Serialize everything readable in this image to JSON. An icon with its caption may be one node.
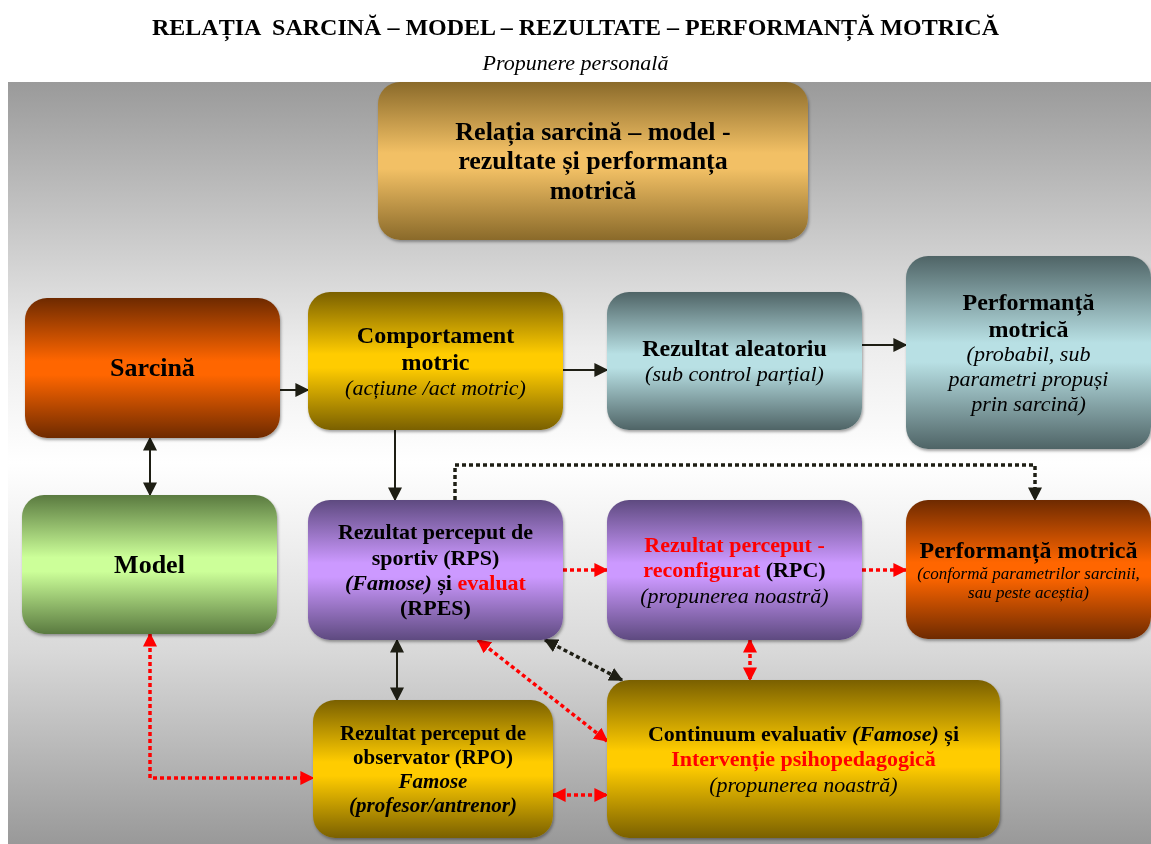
{
  "diagram": {
    "title": "RELAȚIA  SARCINĂ – MODEL – REZULTATE – PERFORMANȚĂ MOTRICĂ",
    "nodes": [
      {
        "text": [
          "Relația sarcină – model - rezultate și performanța motrică"
        ]
      },
      {
        "text": [
          "Sarcină"
        ]
      },
      {
        "text": [
          "Comportament motric",
          "(acțiune /act motric)"
        ]
      },
      {
        "text": [
          "Rezultat aleatoriu",
          "(sub control parțial)"
        ]
      },
      {
        "text": [
          "Performanță motrică",
          "(probabil, sub parametri propuși prin sarcină)"
        ]
      },
      {
        "text": [
          "Model"
        ]
      },
      {
        "text": [
          "Rezultat perceput de sportiv (RPS)*(Famose)* și",
          "evaluat",
          "(RPES)"
        ]
      },
      {
        "text": [
          "Rezultat perceput - reconfigurat",
          "(RPC)",
          "(propunerea noastră)"
        ]
      },
      {
        "text": [
          "Performanță motrică",
          "(conformă parametrilor sarcinii, sau peste aceștia)"
        ]
      },
      {
        "text": [
          "Rezultat perceput de observator (RPO) *Famose* *(profesor/antrenor)*"
        ]
      },
      {
        "text": [
          "Continuum evaluativ *(Famose)* și",
          "Intervenție psihopedagogică",
          "(propunerea noastră)"
        ]
      }
    ],
    "edges": [
      {
        "from": 1,
        "to": 2,
        "arrow": "to"
      },
      {
        "from": 2,
        "to": 3,
        "arrow": "to"
      },
      {
        "from": 3,
        "to": 4,
        "arrow": "to"
      },
      {
        "from": 1,
        "to": 5,
        "arrow": "both"
      },
      {
        "from": 2,
        "to": 6,
        "arrow": "to"
      },
      {
        "from": 6,
        "to": 8,
        "arrow": "to",
        "style": "dashed"
      },
      {
        "from": 6,
        "to": 7,
        "arrow": "to",
        "style": "dashed",
        "color": "#ff0000"
      },
      {
        "from": 7,
        "to": 8,
        "arrow": "to",
        "style": "dashed",
        "color": "#ff0000"
      },
      {
        "from": 6,
        "to": 10,
        "arrow": "both",
        "style": "dashed"
      },
      {
        "from": 6,
        "to": 10,
        "arrow": "both",
        "style": "dashed",
        "color": "#ff0000"
      },
      {
        "from": 7,
        "to": 10,
        "arrow": "both",
        "style": "dashed",
        "color": "#ff0000"
      },
      {
        "from": 6,
        "to": 9,
        "arrow": "both"
      },
      {
        "from": 5,
        "to": 9,
        "arrow": "both",
        "style": "dashed",
        "color": "#ff0000"
      },
      {
        "from": 9,
        "to": 10,
        "arrow": "both",
        "style": "dashed",
        "color": "#ff0000"
      }
    ],
    "labels": [
      "Propunere personală"
    ]
  }
}
